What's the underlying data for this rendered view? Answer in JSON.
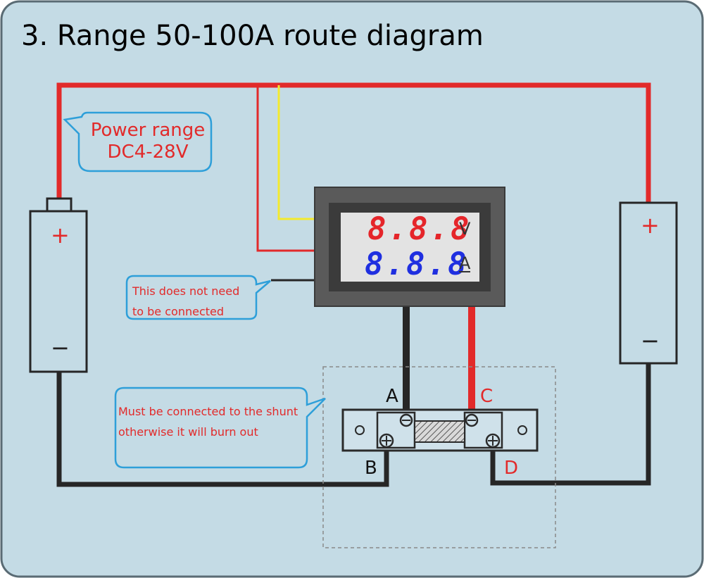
{
  "title": "3. Range 50-100A route diagram",
  "power_bubble": {
    "line1": "Power range",
    "line2": "DC4-28V"
  },
  "note_not_connected": {
    "line1": "This does not need",
    "line2": "to be connected"
  },
  "note_shunt": {
    "line1": "Must be connected to the shunt",
    "line2": "otherwise it will burn out"
  },
  "meter": {
    "voltage_display": "8.8.8",
    "voltage_unit": "V",
    "current_display": "8.8.8",
    "current_unit": "A",
    "voltage_color": "#e5252a",
    "current_color": "#1f2fe0"
  },
  "shunt_terminals": {
    "a": "A",
    "b": "B",
    "c": "C",
    "d": "D"
  },
  "battery_left": {
    "positive": "+",
    "negative": "−"
  },
  "battery_right": {
    "positive": "+",
    "negative": "−"
  },
  "colors": {
    "background": "#c4dbe5",
    "red_wire": "#e22a2a",
    "black_wire": "#262626",
    "yellow_wire": "#f3ea2e",
    "bubble_border": "#2e9fd9"
  }
}
